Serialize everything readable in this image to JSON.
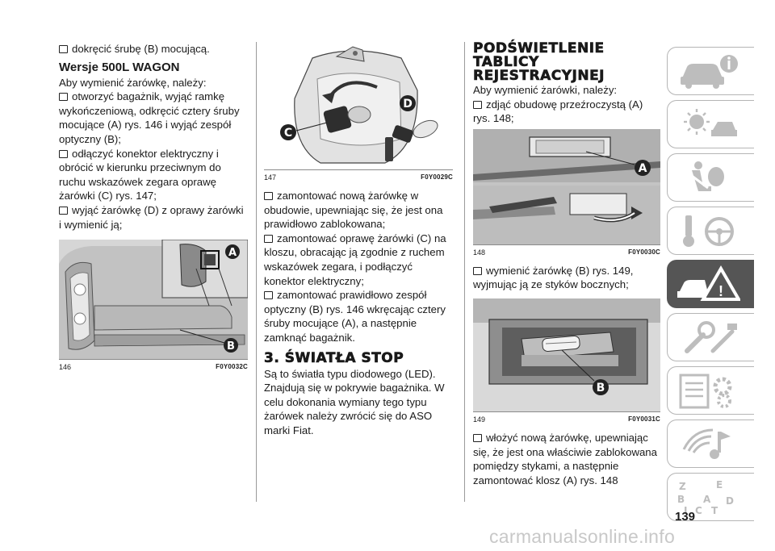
{
  "page_number": "139",
  "watermark": "carmanualsonline.info",
  "col1": {
    "intro": "dokręcić śrubę (B) mocującą.",
    "subheading": "Wersje 500L WAGON",
    "lead": "Aby wymienić żarówkę, należy:",
    "steps": [
      "otworzyć bagażnik, wyjąć ramkę wykończeniową, odkręcić cztery śruby mocujące (A) rys. 146 i wyjąć zespół optyczny (B);",
      "odłączyć konektor elektryczny i obrócić w kierunku przeciwnym do ruchu wskazówek zegara oprawę żarówki (C) rys. 147;",
      "wyjąć żarówkę (D) z oprawy żarówki i wymienić ją;"
    ],
    "figure": {
      "number": "146",
      "code": "F0Y0032C",
      "labels": [
        "A",
        "B"
      ]
    }
  },
  "col2": {
    "figure": {
      "number": "147",
      "code": "F0Y0029C",
      "labels": [
        "C",
        "D"
      ]
    },
    "steps": [
      "zamontować nową żarówkę w obudowie, upewniając się, że jest ona prawidłowo zablokowana;",
      "zamontować oprawę żarówki (C) na kloszu, obracając ją zgodnie z ruchem wskazówek zegara, i podłączyć konektor elektryczny;",
      "zamontować prawidłowo zespół optyczny (B) rys. 146 wkręcając cztery śruby mocujące (A), a następnie zamknąć bagażnik."
    ],
    "heading": "3. ŚWIATŁA STOP",
    "paragraph": "Są to światła typu diodowego (LED). Znajdują się w pokrywie bagażnika. W celu dokonania wymiany tego typu żarówek należy zwrócić się do ASO marki Fiat."
  },
  "col3": {
    "heading_lines": [
      "PODŚWIETLENIE",
      "TABLICY",
      "REJESTRACYJNEJ"
    ],
    "lead": "Aby wymienić żarówki, należy:",
    "step1": "zdjąć obudowę przeźroczystą (A) rys. 148;",
    "figure148": {
      "number": "148",
      "code": "F0Y0030C",
      "labels": [
        "A"
      ]
    },
    "step2": "wymienić żarówkę (B) rys. 149, wyjmując ją ze styków bocznych;",
    "figure149": {
      "number": "149",
      "code": "F0Y0031C",
      "labels": [
        "B"
      ]
    },
    "step3": "włożyć nową żarówkę, upewniając się, że jest ona właściwie zablokowana pomiędzy stykami, a następnie zamontować klosz (A) rys. 148"
  },
  "sidenav": {
    "tabs": [
      {
        "icon": "car-info-icon",
        "active": false
      },
      {
        "icon": "dashboard-lights-icon",
        "active": false
      },
      {
        "icon": "airbag-seat-icon",
        "active": false
      },
      {
        "icon": "key-steering-wheel-icon",
        "active": false
      },
      {
        "icon": "warning-triangle-emergency-icon",
        "active": true
      },
      {
        "icon": "maintenance-tools-icon",
        "active": false
      },
      {
        "icon": "specifications-gear-icon",
        "active": false
      },
      {
        "icon": "multimedia-note-icon",
        "active": false
      },
      {
        "icon": "alphabetical-index-icon",
        "active": false
      }
    ],
    "index_letters": [
      "Z",
      "E",
      "B",
      "A",
      "D",
      "I",
      "C",
      "T"
    ]
  },
  "colors": {
    "text": "#1a1a1a",
    "active_tab": "#555555",
    "tab_border": "#b5b5b5",
    "icon_gray": "#bdbdbd"
  }
}
